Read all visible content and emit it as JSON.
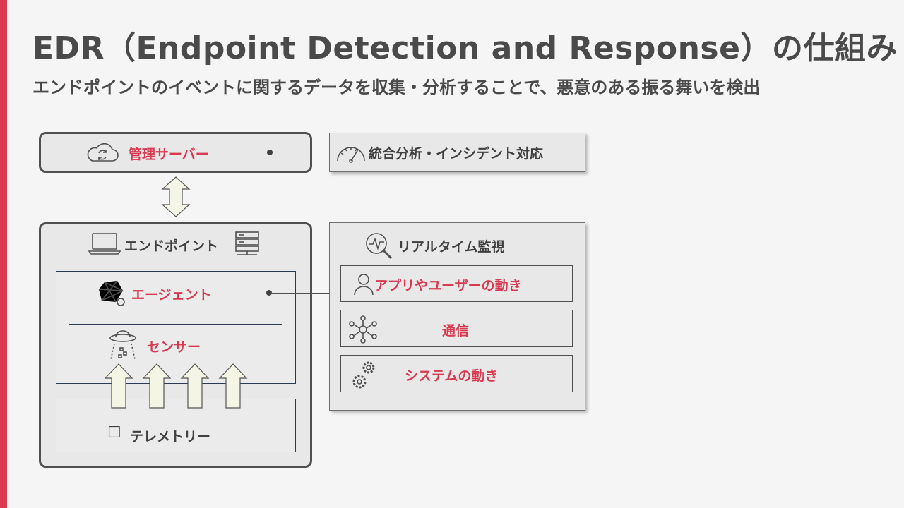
{
  "header": {
    "title": "EDR（Endpoint Detection and Response）の仕組み",
    "subtitle": "エンドポイントのイベントに関するデータを収集・分析することで、悪意のある振る舞いを検出"
  },
  "management_server": {
    "label": "管理サーバー"
  },
  "integrated_analysis": {
    "label": "統合分析・インシデント対応"
  },
  "endpoint": {
    "label": "エンドポイント",
    "agent": {
      "label": "エージェント"
    },
    "sensor": {
      "label": "センサー"
    },
    "telemetry": {
      "label": "テレメトリー",
      "checkbox": "☐"
    }
  },
  "realtime_monitoring": {
    "label": "リアルタイム監視",
    "items": [
      {
        "label": "アプリやユーザーの動き"
      },
      {
        "label": "通信"
      },
      {
        "label": "システムの動き"
      }
    ]
  },
  "colors": {
    "accent": "#d93a52",
    "text": "#404040",
    "panel": "#e8e8e8",
    "background": "#f5f5f5"
  }
}
